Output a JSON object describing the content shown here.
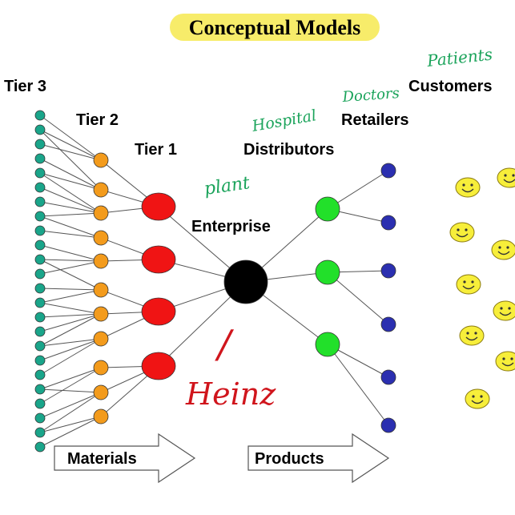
{
  "title": "Conceptual Models",
  "labels": {
    "tier3": "Tier 3",
    "tier2": "Tier 2",
    "tier1": "Tier 1",
    "enterprise": "Enterprise",
    "distributors": "Distributors",
    "retailers": "Retailers",
    "customers": "Customers"
  },
  "annotations": {
    "patients": "Patients",
    "doctors": "Doctors",
    "hospital": "Hospital",
    "plant": "plant",
    "heinz": "Heinz",
    "slash": "/"
  },
  "arrows": {
    "materials": "Materials",
    "products": "Products"
  },
  "colors": {
    "title_highlight": "#f7ec6a",
    "tier3": "#1aa58a",
    "tier2": "#f39b1c",
    "tier1": "#f01414",
    "enterprise": "#000000",
    "distributors": "#22e02a",
    "retailers": "#2b2fb0",
    "customers": "#f7ee3a",
    "annotation_green": "#1aa35a",
    "annotation_red": "#d0151c"
  }
}
